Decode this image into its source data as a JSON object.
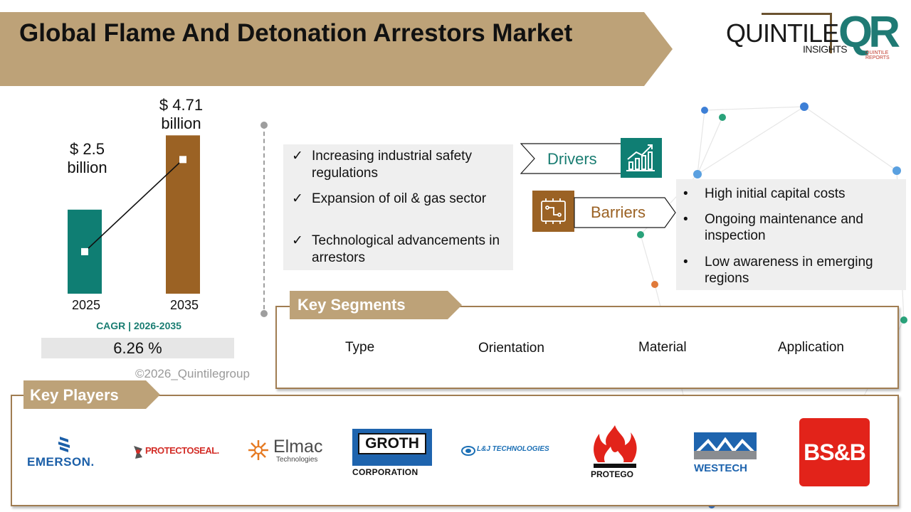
{
  "header": {
    "title": "Global Flame And Detonation Arrestors Market",
    "banner_color": "#bda278"
  },
  "brand": {
    "name": "QUINTILE",
    "sub": "INSIGHTS",
    "mark": "QR",
    "mark_sub": "QUINTILE REPORTS"
  },
  "chart_data": {
    "type": "bar",
    "categories": [
      "2025",
      "2035"
    ],
    "values": [
      2.5,
      4.71
    ],
    "value_labels": [
      "$  2.5 billion",
      "$ 4.71 billion"
    ],
    "colors": [
      "#0f7e73",
      "#9b6224"
    ],
    "trend_line": true,
    "ylim": [
      0,
      5.5
    ]
  },
  "stats": {
    "value_2025_line1": "$  2.5",
    "value_2025_line2": "billion",
    "value_2035_line1": "$ 4.71",
    "value_2035_line2": "billion",
    "year_2025": "2025",
    "year_2035": "2035",
    "cagr_label": "CAGR | 2026-2035",
    "cagr_value": "6.26 %",
    "copyright": "©2026_Quintilegroup"
  },
  "drivers": {
    "label": "Drivers",
    "icon": "growth-chart-icon",
    "check": "✓",
    "items": [
      "Increasing industrial safety regulations",
      "Expansion of oil & gas sector",
      "Technological advancements in arrestors"
    ]
  },
  "barriers": {
    "label": "Barriers",
    "icon": "circuit-board-icon",
    "bullet": "•",
    "items": [
      "High initial capital costs",
      "Ongoing maintenance and inspection",
      "Low awareness in emerging regions"
    ]
  },
  "segments": {
    "title": "Key Segments",
    "items": [
      "Type",
      "Orientation",
      "Material",
      "Application"
    ]
  },
  "players": {
    "title": "Key Players",
    "logos": {
      "emerson": "EMERSON.",
      "protectoseal": "PROTECTOSEAL.",
      "elmac": "Elmac",
      "elmac_sub": "Technologies",
      "groth": "GROTH",
      "groth_sub": "CORPORATION",
      "lj": "L&J TECHNOLOGIES",
      "protego": "PROTEGO",
      "westech": "WESTECH",
      "bsb": "BS&B"
    }
  },
  "colors": {
    "accent_teal": "#0f7e73",
    "accent_brown": "#9b6224",
    "tab_tan": "#bda278",
    "frame": "#a07d52"
  }
}
